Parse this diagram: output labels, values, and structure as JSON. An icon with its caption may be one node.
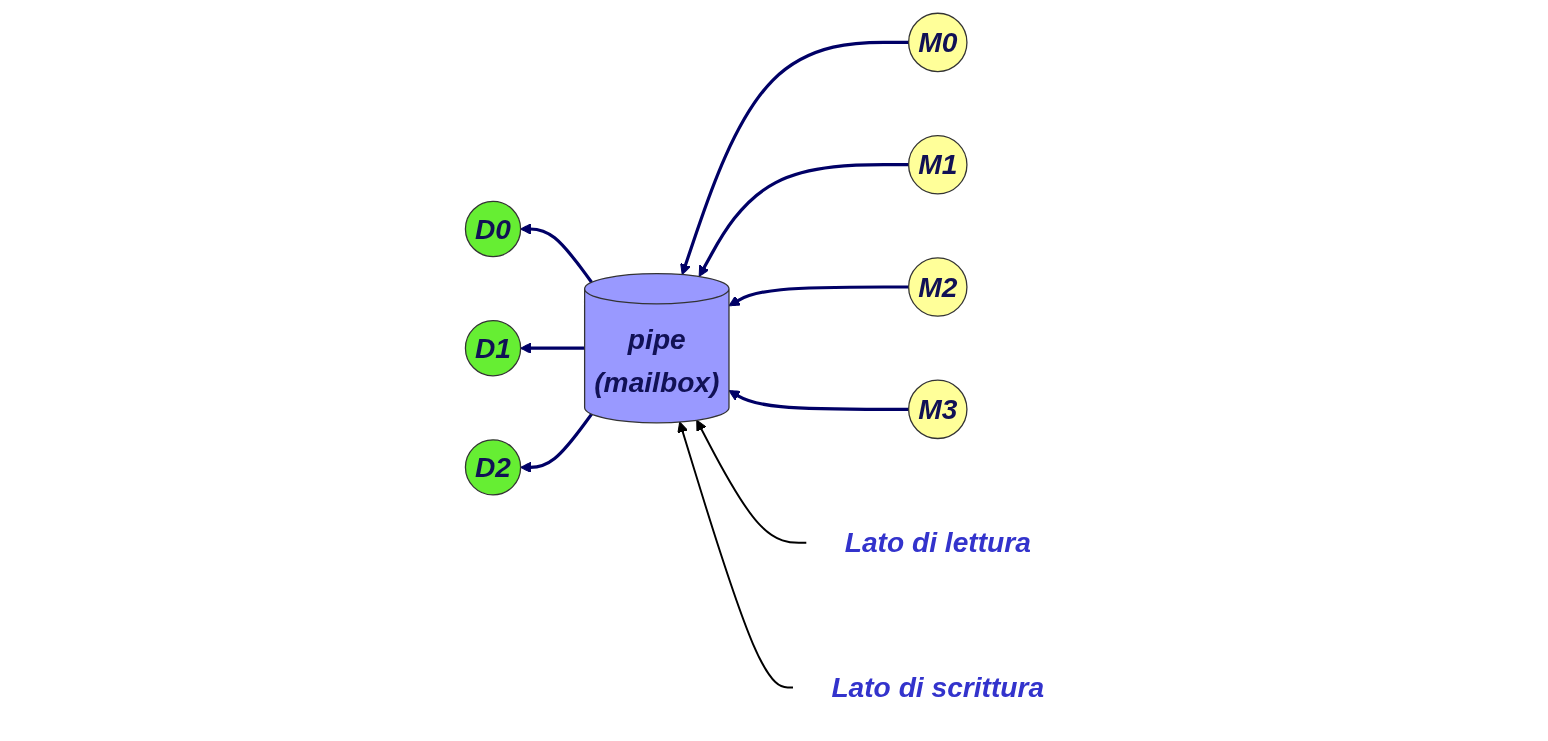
{
  "diagram": {
    "nodes": [
      {
        "text": [
          "Lato di lettura"
        ]
      },
      {
        "text": [
          "M0"
        ]
      },
      {
        "text": [
          "D0"
        ]
      },
      {
        "text": [
          "M1"
        ]
      },
      {
        "text": [
          "pipe",
          "(mailbox)"
        ]
      },
      {
        "text": [
          "D1"
        ]
      },
      {
        "text": [
          "M2"
        ]
      },
      {
        "text": [
          "D2"
        ]
      },
      {
        "text": [
          "M3"
        ]
      },
      {
        "text": [
          "Lato di scrittura"
        ]
      }
    ],
    "edges": [
      {
        "from": 4,
        "to": 2,
        "arrow": "to"
      },
      {
        "from": 4,
        "to": 5,
        "arrow": "to"
      },
      {
        "from": 4,
        "to": 7,
        "arrow": "to"
      },
      {
        "from": 1,
        "to": 4,
        "arrow": "to"
      },
      {
        "from": 3,
        "to": 4,
        "arrow": "to"
      },
      {
        "from": 6,
        "to": 4,
        "arrow": "to"
      },
      {
        "from": 8,
        "to": 4,
        "arrow": "to"
      },
      {
        "from": 0,
        "to": 4,
        "arrow": "to",
        "color": "#000000"
      },
      {
        "from": 9,
        "to": 4,
        "arrow": "to",
        "color": "#000000"
      }
    ]
  }
}
